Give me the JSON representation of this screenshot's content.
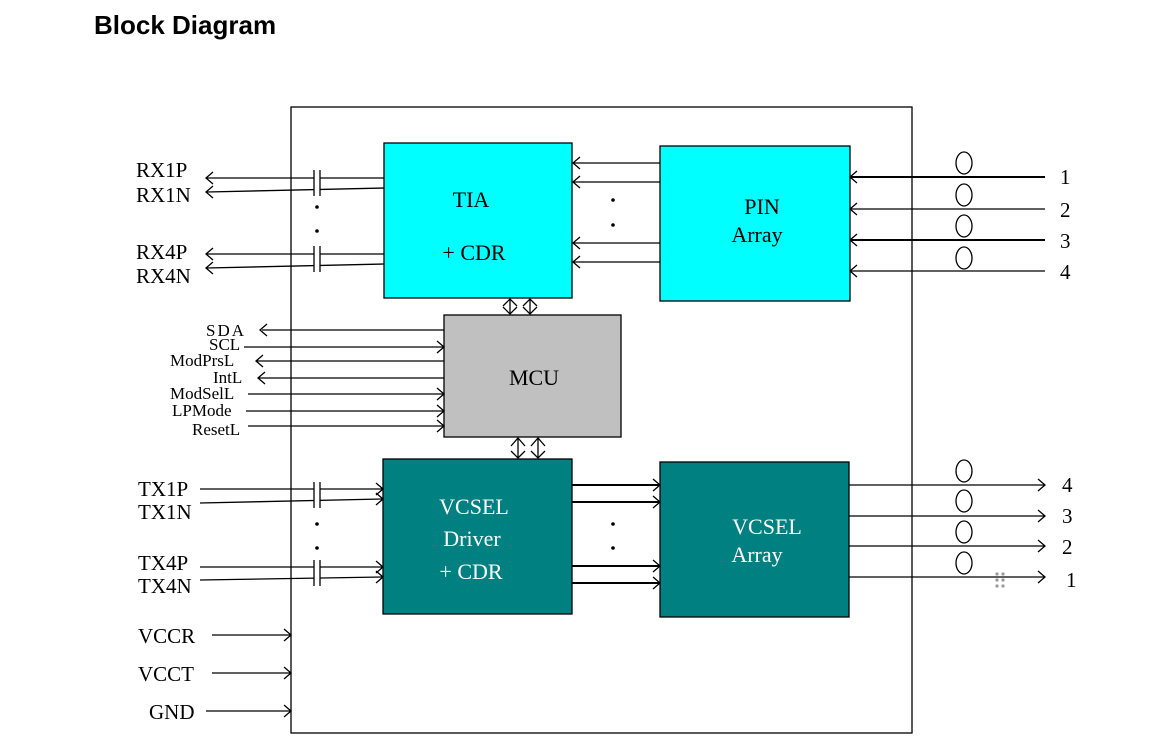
{
  "title": "Block Diagram",
  "blocks": {
    "tia": {
      "line1": "TIA",
      "line2": "+ CDR",
      "color": "#00ffff"
    },
    "pin": {
      "line1": "PIN",
      "line2": "Array",
      "color": "#00ffff"
    },
    "mcu": {
      "label": "MCU",
      "color": "#c0c0c0"
    },
    "vcsel_driver": {
      "line1": "VCSEL",
      "line2": "Driver",
      "line3": "+ CDR",
      "color": "#008080"
    },
    "vcsel_array": {
      "line1": "VCSEL",
      "line2": "Array",
      "color": "#008080"
    }
  },
  "rx_signals": [
    "RX1P",
    "RX1N",
    "RX4P",
    "RX4N"
  ],
  "ctrl_signals": [
    "SDA",
    "SCL",
    "ModPrsL",
    "IntL",
    "ModSelL",
    "LPMode",
    "ResetL"
  ],
  "tx_signals": [
    "TX1P",
    "TX1N",
    "TX4P",
    "TX4N"
  ],
  "power_signals": [
    "VCCR",
    "VCCT",
    "GND"
  ],
  "rx_fibers": [
    "1",
    "2",
    "3",
    "4"
  ],
  "tx_fibers": [
    "4",
    "3",
    "2",
    "1"
  ]
}
